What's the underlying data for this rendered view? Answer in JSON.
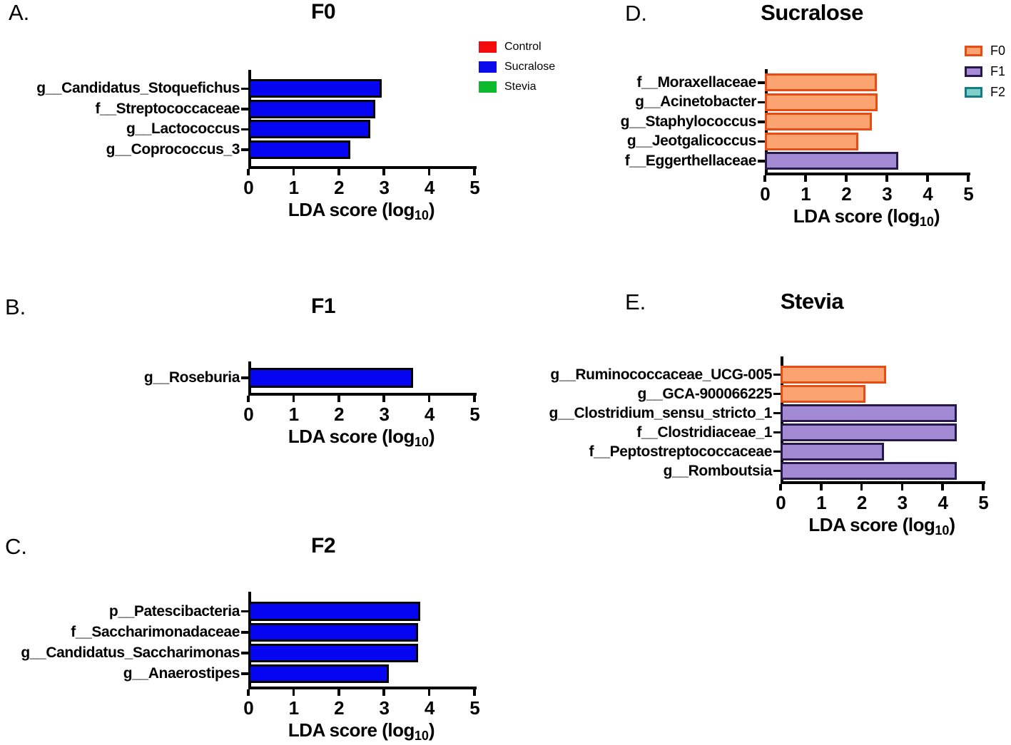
{
  "chart_data": [
    {
      "id": "a",
      "panel_label": "A.",
      "title": "F0",
      "type": "bar",
      "orientation": "horizontal",
      "xlabel": "LDA score (log10)",
      "xlabel_parts": {
        "main": "LDA score (log",
        "sub": "10",
        "end": ")"
      },
      "xlim": [
        0,
        5
      ],
      "xticks": [
        "0",
        "1",
        "2",
        "3",
        "4",
        "5"
      ],
      "categories": [
        "g__Candidatus_Stoquefichus",
        "f__Streptococcaceae",
        "g__Lactococcus",
        "g__Coprococcus_3"
      ],
      "values": [
        2.95,
        2.8,
        2.7,
        2.25
      ],
      "bar_groups": [
        "sucralose",
        "sucralose",
        "sucralose",
        "sucralose"
      ],
      "legend": [
        {
          "label": "Control",
          "swatch": "control"
        },
        {
          "label": "Sucralose",
          "swatch": "sucralose_legend"
        },
        {
          "label": "Stevia",
          "swatch": "stevia"
        }
      ]
    },
    {
      "id": "b",
      "panel_label": "B.",
      "title": "F1",
      "type": "bar",
      "orientation": "horizontal",
      "xlabel": "LDA score (log10)",
      "xlabel_parts": {
        "main": "LDA score (log",
        "sub": "10",
        "end": ")"
      },
      "xlim": [
        0,
        5
      ],
      "xticks": [
        "0",
        "1",
        "2",
        "3",
        "4",
        "5"
      ],
      "categories": [
        "g__Roseburia"
      ],
      "values": [
        3.65
      ],
      "bar_groups": [
        "sucralose"
      ],
      "legend": []
    },
    {
      "id": "c",
      "panel_label": "C.",
      "title": "F2",
      "type": "bar",
      "orientation": "horizontal",
      "xlabel": "LDA score (log10)",
      "xlabel_parts": {
        "main": "LDA score (log",
        "sub": "10",
        "end": ")"
      },
      "xlim": [
        0,
        5
      ],
      "xticks": [
        "0",
        "1",
        "2",
        "3",
        "4",
        "5"
      ],
      "categories": [
        "p__Patescibacteria",
        "f__Saccharimonadaceae",
        "g__Candidatus_Saccharimonas",
        "g__Anaerostipes"
      ],
      "values": [
        3.8,
        3.75,
        3.75,
        3.1
      ],
      "bar_groups": [
        "sucralose",
        "sucralose",
        "sucralose",
        "sucralose"
      ],
      "legend": []
    },
    {
      "id": "d",
      "panel_label": "D.",
      "title": "Sucralose",
      "type": "bar",
      "orientation": "horizontal",
      "xlabel": "LDA score (log10)",
      "xlabel_parts": {
        "main": "LDA score (log",
        "sub": "10",
        "end": ")"
      },
      "xlim": [
        0,
        5
      ],
      "xticks": [
        "0",
        "1",
        "2",
        "3",
        "4",
        "5"
      ],
      "categories": [
        "f__Moraxellaceae",
        "g__Acinetobacter",
        "g__Staphylococcus",
        "g__Jeotgalicoccus",
        "f__Eggerthellaceae"
      ],
      "values": [
        2.75,
        2.78,
        2.63,
        2.3,
        3.28
      ],
      "bar_groups": [
        "f0",
        "f0",
        "f0",
        "f0",
        "f1"
      ],
      "legend": [
        {
          "label": "F0",
          "swatch": "f0"
        },
        {
          "label": "F1",
          "swatch": "f1"
        },
        {
          "label": "F2",
          "swatch": "f2"
        }
      ]
    },
    {
      "id": "e",
      "panel_label": "E.",
      "title": "Stevia",
      "type": "bar",
      "orientation": "horizontal",
      "xlabel": "LDA score (log10)",
      "xlabel_parts": {
        "main": "LDA score (log",
        "sub": "10",
        "end": ")"
      },
      "xlim": [
        0,
        5
      ],
      "xticks": [
        "0",
        "1",
        "2",
        "3",
        "4",
        "5"
      ],
      "categories": [
        "g__Ruminococcaceae_UCG-005",
        "g__GCA-900066225",
        "g__Clostridium_sensu_stricto_1",
        "f__Clostridiaceae_1",
        "f__Peptostreptococcaceae",
        "g__Romboutsia"
      ],
      "values": [
        2.6,
        2.1,
        4.35,
        4.35,
        2.55,
        4.35
      ],
      "bar_groups": [
        "f0",
        "f0",
        "f1",
        "f1",
        "f1",
        "f1"
      ],
      "legend": []
    }
  ],
  "bar_styles": {
    "sucralose": {
      "fill": "#0505f2",
      "border": "#000000"
    },
    "f0": {
      "fill": "#fba471",
      "border": "#e84c12"
    },
    "f1": {
      "fill": "#a289d3",
      "border": "#261847"
    }
  },
  "swatches": {
    "control": {
      "fill": "#f20c0c",
      "border": "#f20c0c"
    },
    "sucralose_legend": {
      "fill": "#0b0bec",
      "border": "#0b0bec"
    },
    "stevia": {
      "fill": "#0db92d",
      "border": "#0db92d"
    },
    "f0": {
      "fill": "#fba471",
      "border": "#e84c12"
    },
    "f1": {
      "fill": "#a78bd6",
      "border": "#261847"
    },
    "f2": {
      "fill": "#7fd0ca",
      "border": "#147c85"
    }
  },
  "axis_color": "#000000"
}
